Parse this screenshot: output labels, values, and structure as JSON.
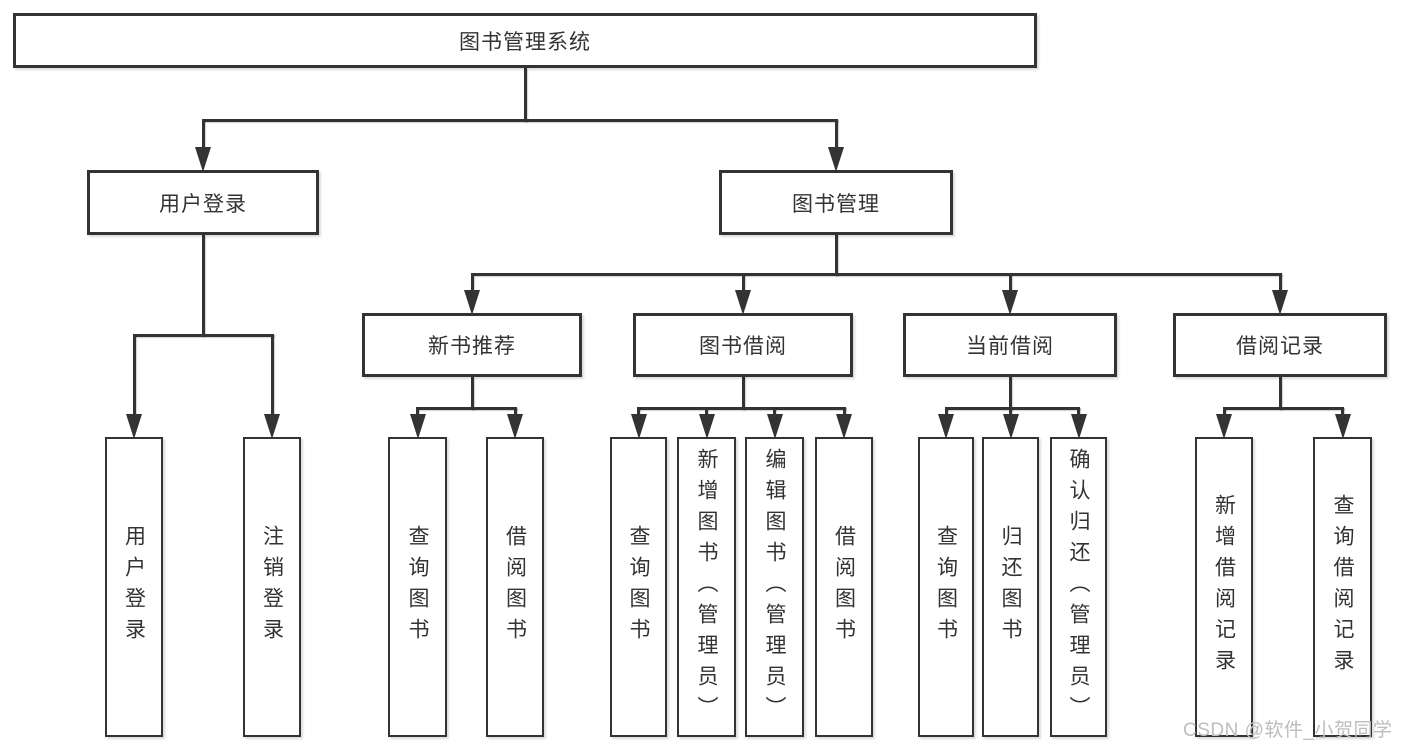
{
  "page": {
    "background": "#ffffff"
  },
  "watermark": {
    "text": "CSDN @软件_小贺同学",
    "color": "#bdbdbd"
  },
  "diagram": {
    "title": "图书管理系统",
    "colors": {
      "line": "#333333",
      "text": "#333333",
      "box_bg": "#ffffff"
    },
    "nodes": [
      {
        "id": "root",
        "label": "图书管理系统",
        "orientation": "horizontal"
      },
      {
        "id": "user-login-branch",
        "label": "用户登录",
        "orientation": "horizontal"
      },
      {
        "id": "book-mgmt-branch",
        "label": "图书管理",
        "orientation": "horizontal"
      },
      {
        "id": "new-book-recommend",
        "label": "新书推荐",
        "orientation": "horizontal"
      },
      {
        "id": "book-borrow",
        "label": "图书借阅",
        "orientation": "horizontal"
      },
      {
        "id": "current-borrow",
        "label": "当前借阅",
        "orientation": "horizontal"
      },
      {
        "id": "borrow-records",
        "label": "借阅记录",
        "orientation": "horizontal"
      },
      {
        "id": "user-login-leaf",
        "label": "用户登录",
        "orientation": "vertical"
      },
      {
        "id": "logout-leaf",
        "label": "注销登录",
        "orientation": "vertical"
      },
      {
        "id": "recommend-query-books",
        "label": "查询图书",
        "orientation": "vertical"
      },
      {
        "id": "recommend-borrow-books",
        "label": "借阅图书",
        "orientation": "vertical"
      },
      {
        "id": "borrow-query-books",
        "label": "查询图书",
        "orientation": "vertical"
      },
      {
        "id": "borrow-add-books",
        "label": "新增图书（管理员）",
        "orientation": "vertical"
      },
      {
        "id": "borrow-edit-books",
        "label": "编辑图书（管理员）",
        "orientation": "vertical"
      },
      {
        "id": "borrow-borrow-books",
        "label": "借阅图书",
        "orientation": "vertical"
      },
      {
        "id": "current-query-books",
        "label": "查询图书",
        "orientation": "vertical"
      },
      {
        "id": "current-return-books",
        "label": "归还图书",
        "orientation": "vertical"
      },
      {
        "id": "current-confirm-return",
        "label": "确认归还（管理员）",
        "orientation": "vertical"
      },
      {
        "id": "records-add-record",
        "label": "新增借阅记录",
        "orientation": "vertical"
      },
      {
        "id": "records-query-record",
        "label": "查询借阅记录",
        "orientation": "vertical"
      }
    ],
    "edges": [
      {
        "parent": "root",
        "children": [
          "user-login-branch",
          "book-mgmt-branch"
        ]
      },
      {
        "parent": "user-login-branch",
        "children": [
          "user-login-leaf",
          "logout-leaf"
        ]
      },
      {
        "parent": "book-mgmt-branch",
        "children": [
          "new-book-recommend",
          "book-borrow",
          "current-borrow",
          "borrow-records"
        ]
      },
      {
        "parent": "new-book-recommend",
        "children": [
          "recommend-query-books",
          "recommend-borrow-books"
        ]
      },
      {
        "parent": "book-borrow",
        "children": [
          "borrow-query-books",
          "borrow-add-books",
          "borrow-edit-books",
          "borrow-borrow-books"
        ]
      },
      {
        "parent": "current-borrow",
        "children": [
          "current-query-books",
          "current-return-books",
          "current-confirm-return"
        ]
      },
      {
        "parent": "borrow-records",
        "children": [
          "records-add-record",
          "records-query-record"
        ]
      }
    ]
  }
}
